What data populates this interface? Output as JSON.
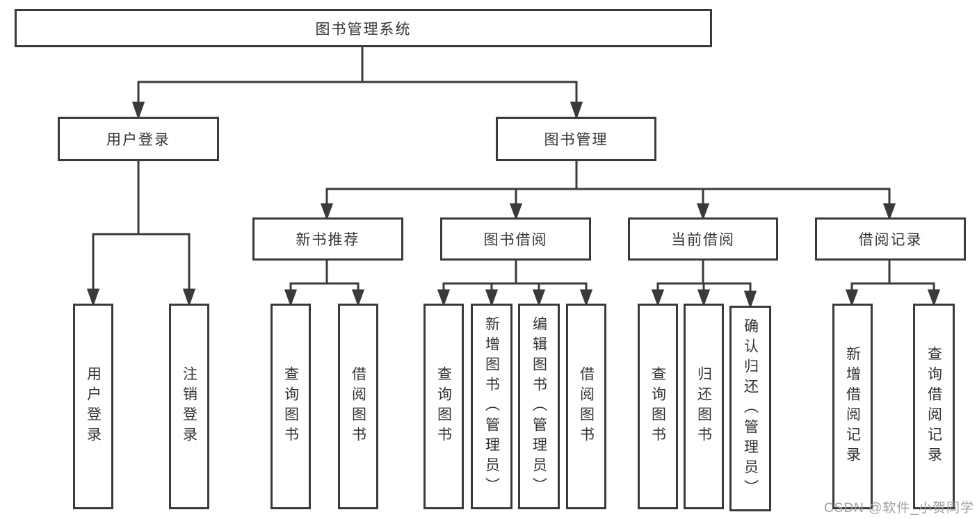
{
  "tree": {
    "root": "图书管理系统",
    "children": [
      {
        "label": "用户登录",
        "children": [
          "用户登录",
          "注销登录"
        ]
      },
      {
        "label": "图书管理",
        "children": [
          {
            "label": "新书推荐",
            "children": [
              "查询图书",
              "借阅图书"
            ]
          },
          {
            "label": "图书借阅",
            "children": [
              "查询图书",
              "新增图书（管理员）",
              "编辑图书（管理员）",
              "借阅图书"
            ]
          },
          {
            "label": "当前借阅",
            "children": [
              "查询图书",
              "归还图书",
              "确认归还（管理员）"
            ]
          },
          {
            "label": "借阅记录",
            "children": [
              "新增借阅记录",
              "查询借阅记录"
            ]
          }
        ]
      }
    ]
  },
  "watermark": "CSDN @软件_小贺同学",
  "colors": {
    "line": "#3a3a3a",
    "border": "#3a3a3a",
    "text": "#333333",
    "background": "#ffffff",
    "watermark": "#9f9f9f"
  }
}
